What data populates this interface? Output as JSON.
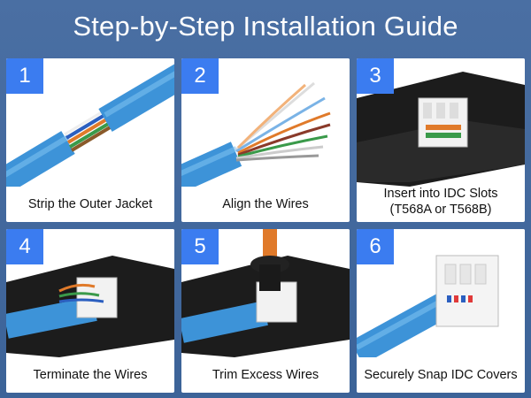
{
  "title": "Step-by-Step Installation Guide",
  "steps": [
    {
      "number": "1",
      "caption": "Strip the Outer Jacket"
    },
    {
      "number": "2",
      "caption": "Align the Wires"
    },
    {
      "number": "3",
      "caption": "Insert into IDC Slots\n(T568A or T568B)"
    },
    {
      "number": "4",
      "caption": "Terminate the Wires"
    },
    {
      "number": "5",
      "caption": "Trim Excess Wires"
    },
    {
      "number": "6",
      "caption": "Securely Snap IDC Covers"
    }
  ],
  "colors": {
    "background": "#4a6fa3",
    "badge": "#3b7cf0",
    "cable": "#4aa3e6",
    "tool": "#1a1a1a"
  }
}
